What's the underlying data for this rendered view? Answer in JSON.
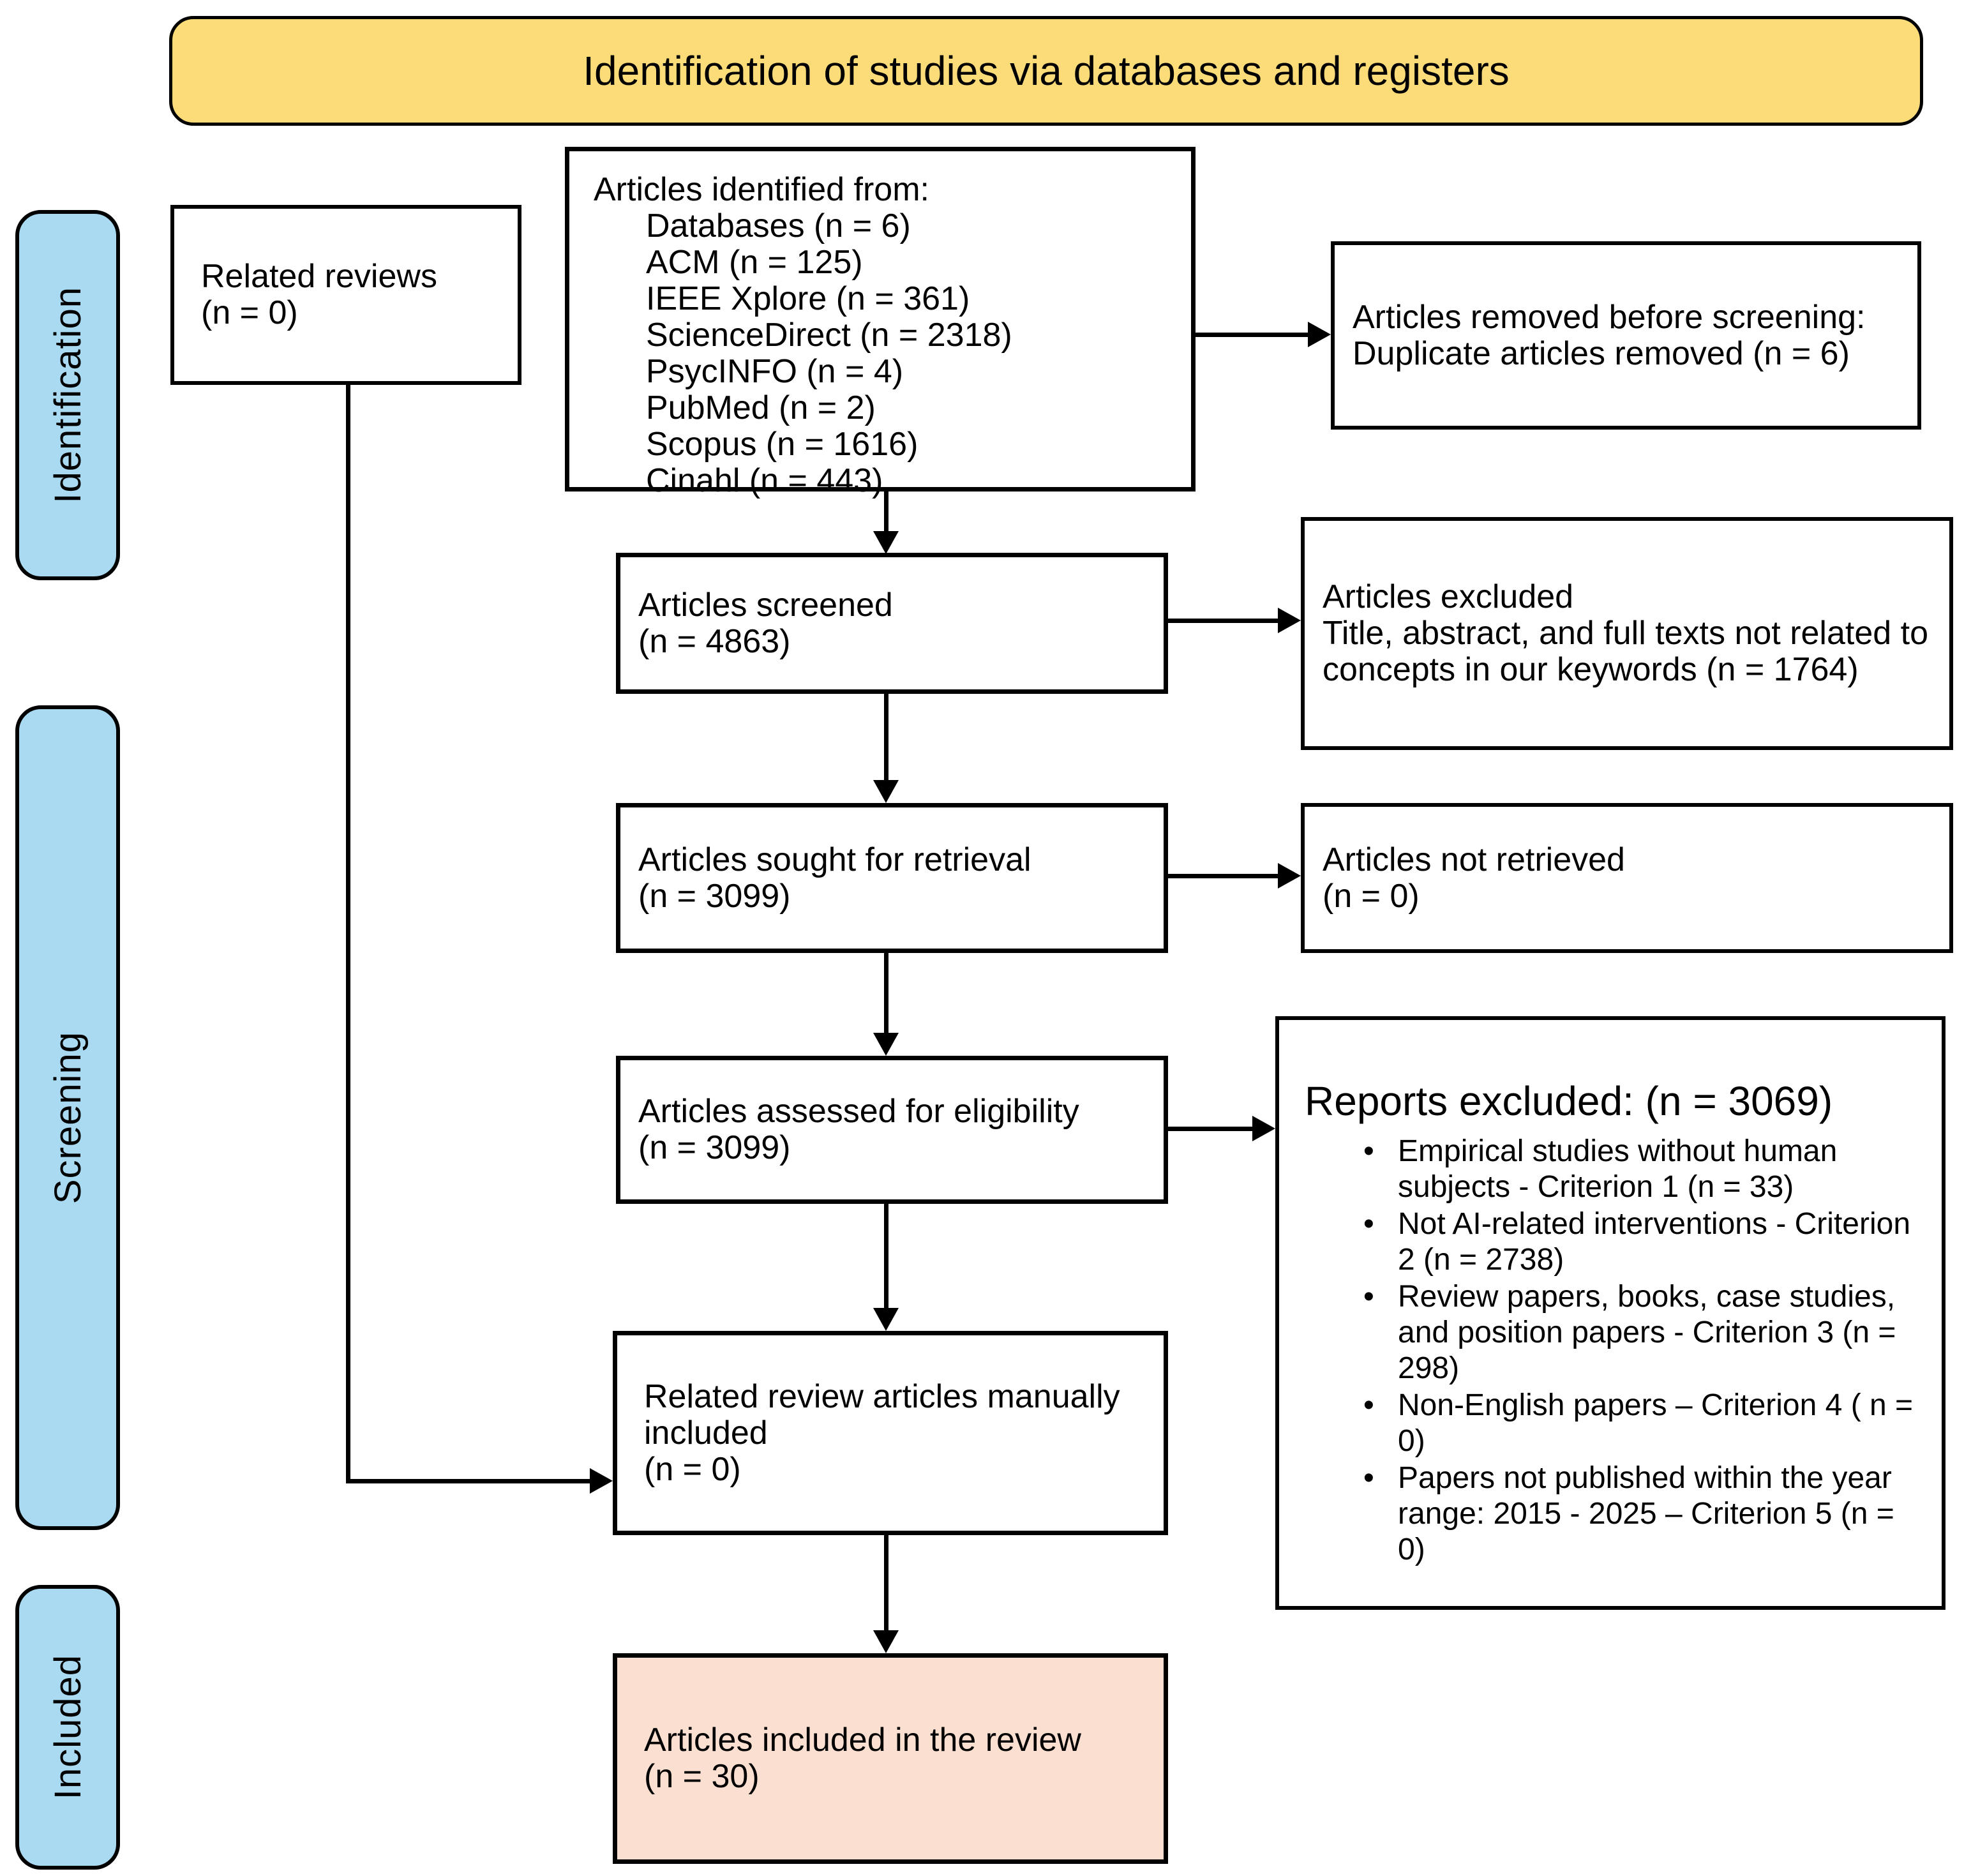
{
  "title": "Identification of studies via databases and registers",
  "stages": {
    "identification": "Identification",
    "screening": "Screening",
    "included": "Included"
  },
  "colors": {
    "banner_bg": "#FBDC79",
    "stage_bg": "#A9DAF1",
    "included_box_bg": "#FBE0D2"
  },
  "boxes": {
    "related_reviews": {
      "line1": "Related reviews",
      "line2": "(n = 0)"
    },
    "identified": {
      "title": "Articles identified from:",
      "sources": [
        "Databases (n = 6)",
        "ACM (n = 125)",
        "IEEE Xplore (n = 361)",
        "ScienceDirect (n = 2318)",
        "PsycINFO (n = 4)",
        "PubMed (n = 2)",
        "Scopus (n = 1616)",
        "Cinahl (n = 443)"
      ]
    },
    "removed_before_screening": {
      "line1": "Articles removed before screening:",
      "line2": "Duplicate articles removed (n = 6)"
    },
    "screened": {
      "line1": "Articles screened",
      "line2": "(n = 4863)"
    },
    "articles_excluded": {
      "line1": "Articles excluded",
      "line2": "Title, abstract, and full texts not related to concepts in our keywords (n = 1764)"
    },
    "sought_for_retrieval": {
      "line1": "Articles sought for retrieval",
      "line2": "(n = 3099)"
    },
    "not_retrieved": {
      "line1": "Articles not retrieved",
      "line2": "(n = 0)"
    },
    "assessed_for_eligibility": {
      "line1": "Articles assessed for eligibility",
      "line2": "(n = 3099)"
    },
    "reports_excluded": {
      "title": "Reports excluded: (n = 3069)",
      "reasons": [
        "Empirical studies without human subjects - Criterion 1 (n = 33)",
        "Not AI-related interventions - Criterion 2 (n = 2738)",
        "Review papers, books, case studies, and position papers - Criterion 3 (n = 298)",
        "Non-English papers – Criterion 4 ( n = 0)",
        "Papers not published within the year range: 2015 - 2025 – Criterion 5 (n = 0)"
      ]
    },
    "manually_included": {
      "line1": "Related review articles manually",
      "line2": "included",
      "line3": "(n = 0)"
    },
    "included_in_review": {
      "line1": "Articles included in the review",
      "line2": "(n = 30)"
    }
  }
}
